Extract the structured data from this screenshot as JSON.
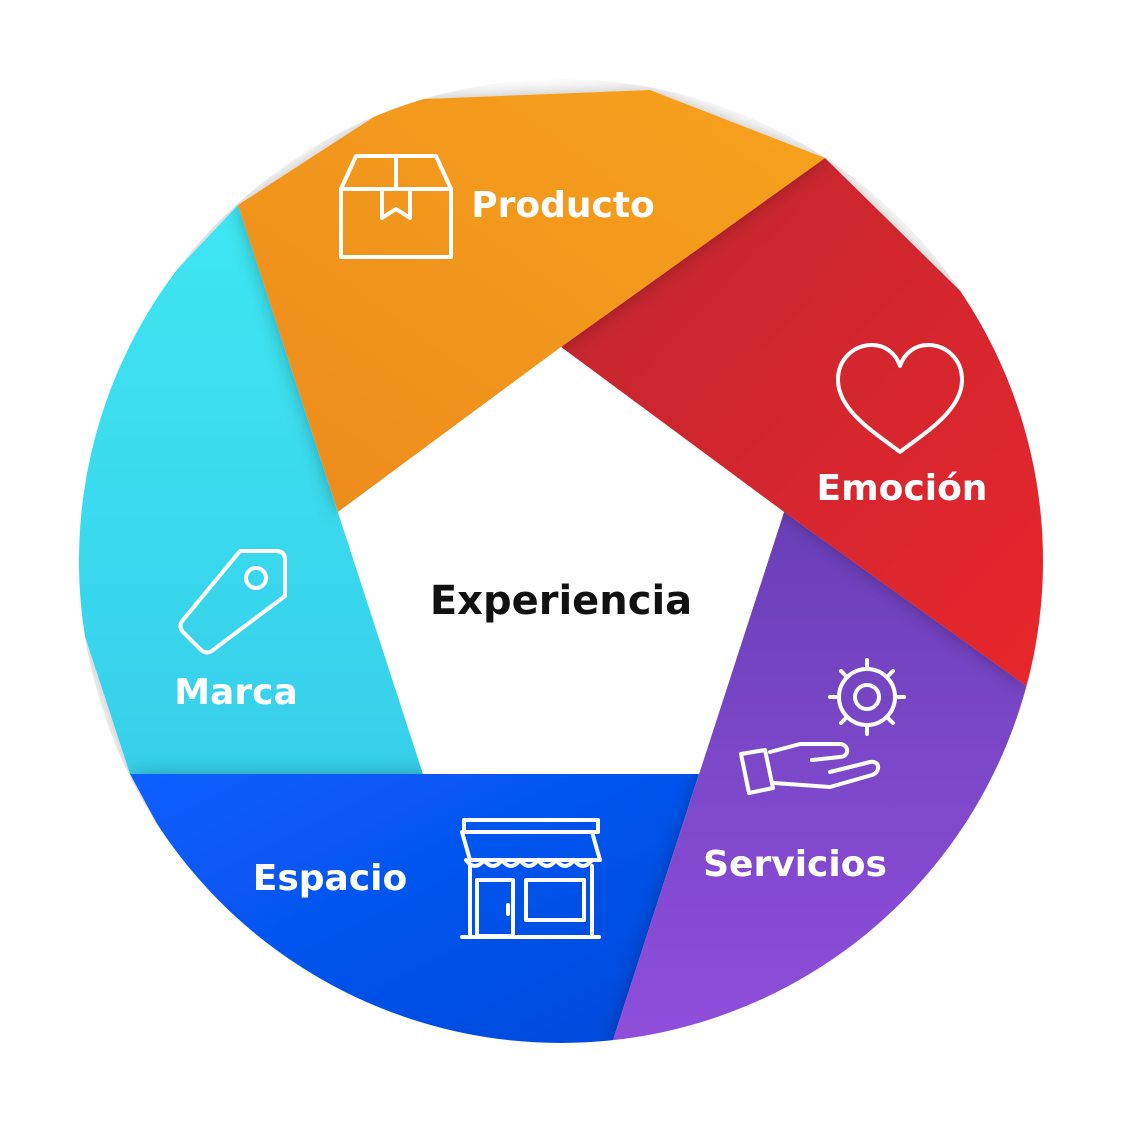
{
  "center": {
    "label": "Experiencia"
  },
  "segments": [
    {
      "key": "producto",
      "label": "Producto",
      "icon": "box-icon",
      "color_start": "#EC8B1E",
      "color_end": "#F7A21B"
    },
    {
      "key": "emocion",
      "label": "Emoción",
      "icon": "heart-icon",
      "color_start": "#C0252F",
      "color_end": "#E8262C"
    },
    {
      "key": "servicios",
      "label": "Servicios",
      "icon": "hand-gear-icon",
      "color_start": "#6A3FB8",
      "color_end": "#8F4FDB"
    },
    {
      "key": "espacio",
      "label": "Espacio",
      "icon": "storefront-icon",
      "color_start": "#0A5EFF",
      "color_end": "#0048D8"
    },
    {
      "key": "marca",
      "label": "Marca",
      "icon": "price-tag-icon",
      "color_start": "#3FE6F2",
      "color_end": "#36CFEA"
    }
  ]
}
